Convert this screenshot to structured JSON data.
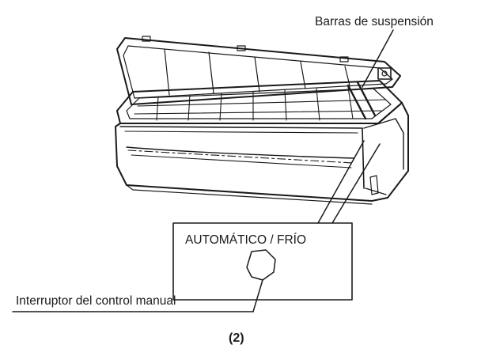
{
  "labels": {
    "suspension_bars": "Barras de suspensión",
    "mode_button": "AUTOMÁTICO / FRÍO",
    "manual_switch": "Interruptor del control manual",
    "figure_number": "(2)"
  },
  "colors": {
    "line": "#1a1a1a",
    "background": "#ffffff"
  }
}
